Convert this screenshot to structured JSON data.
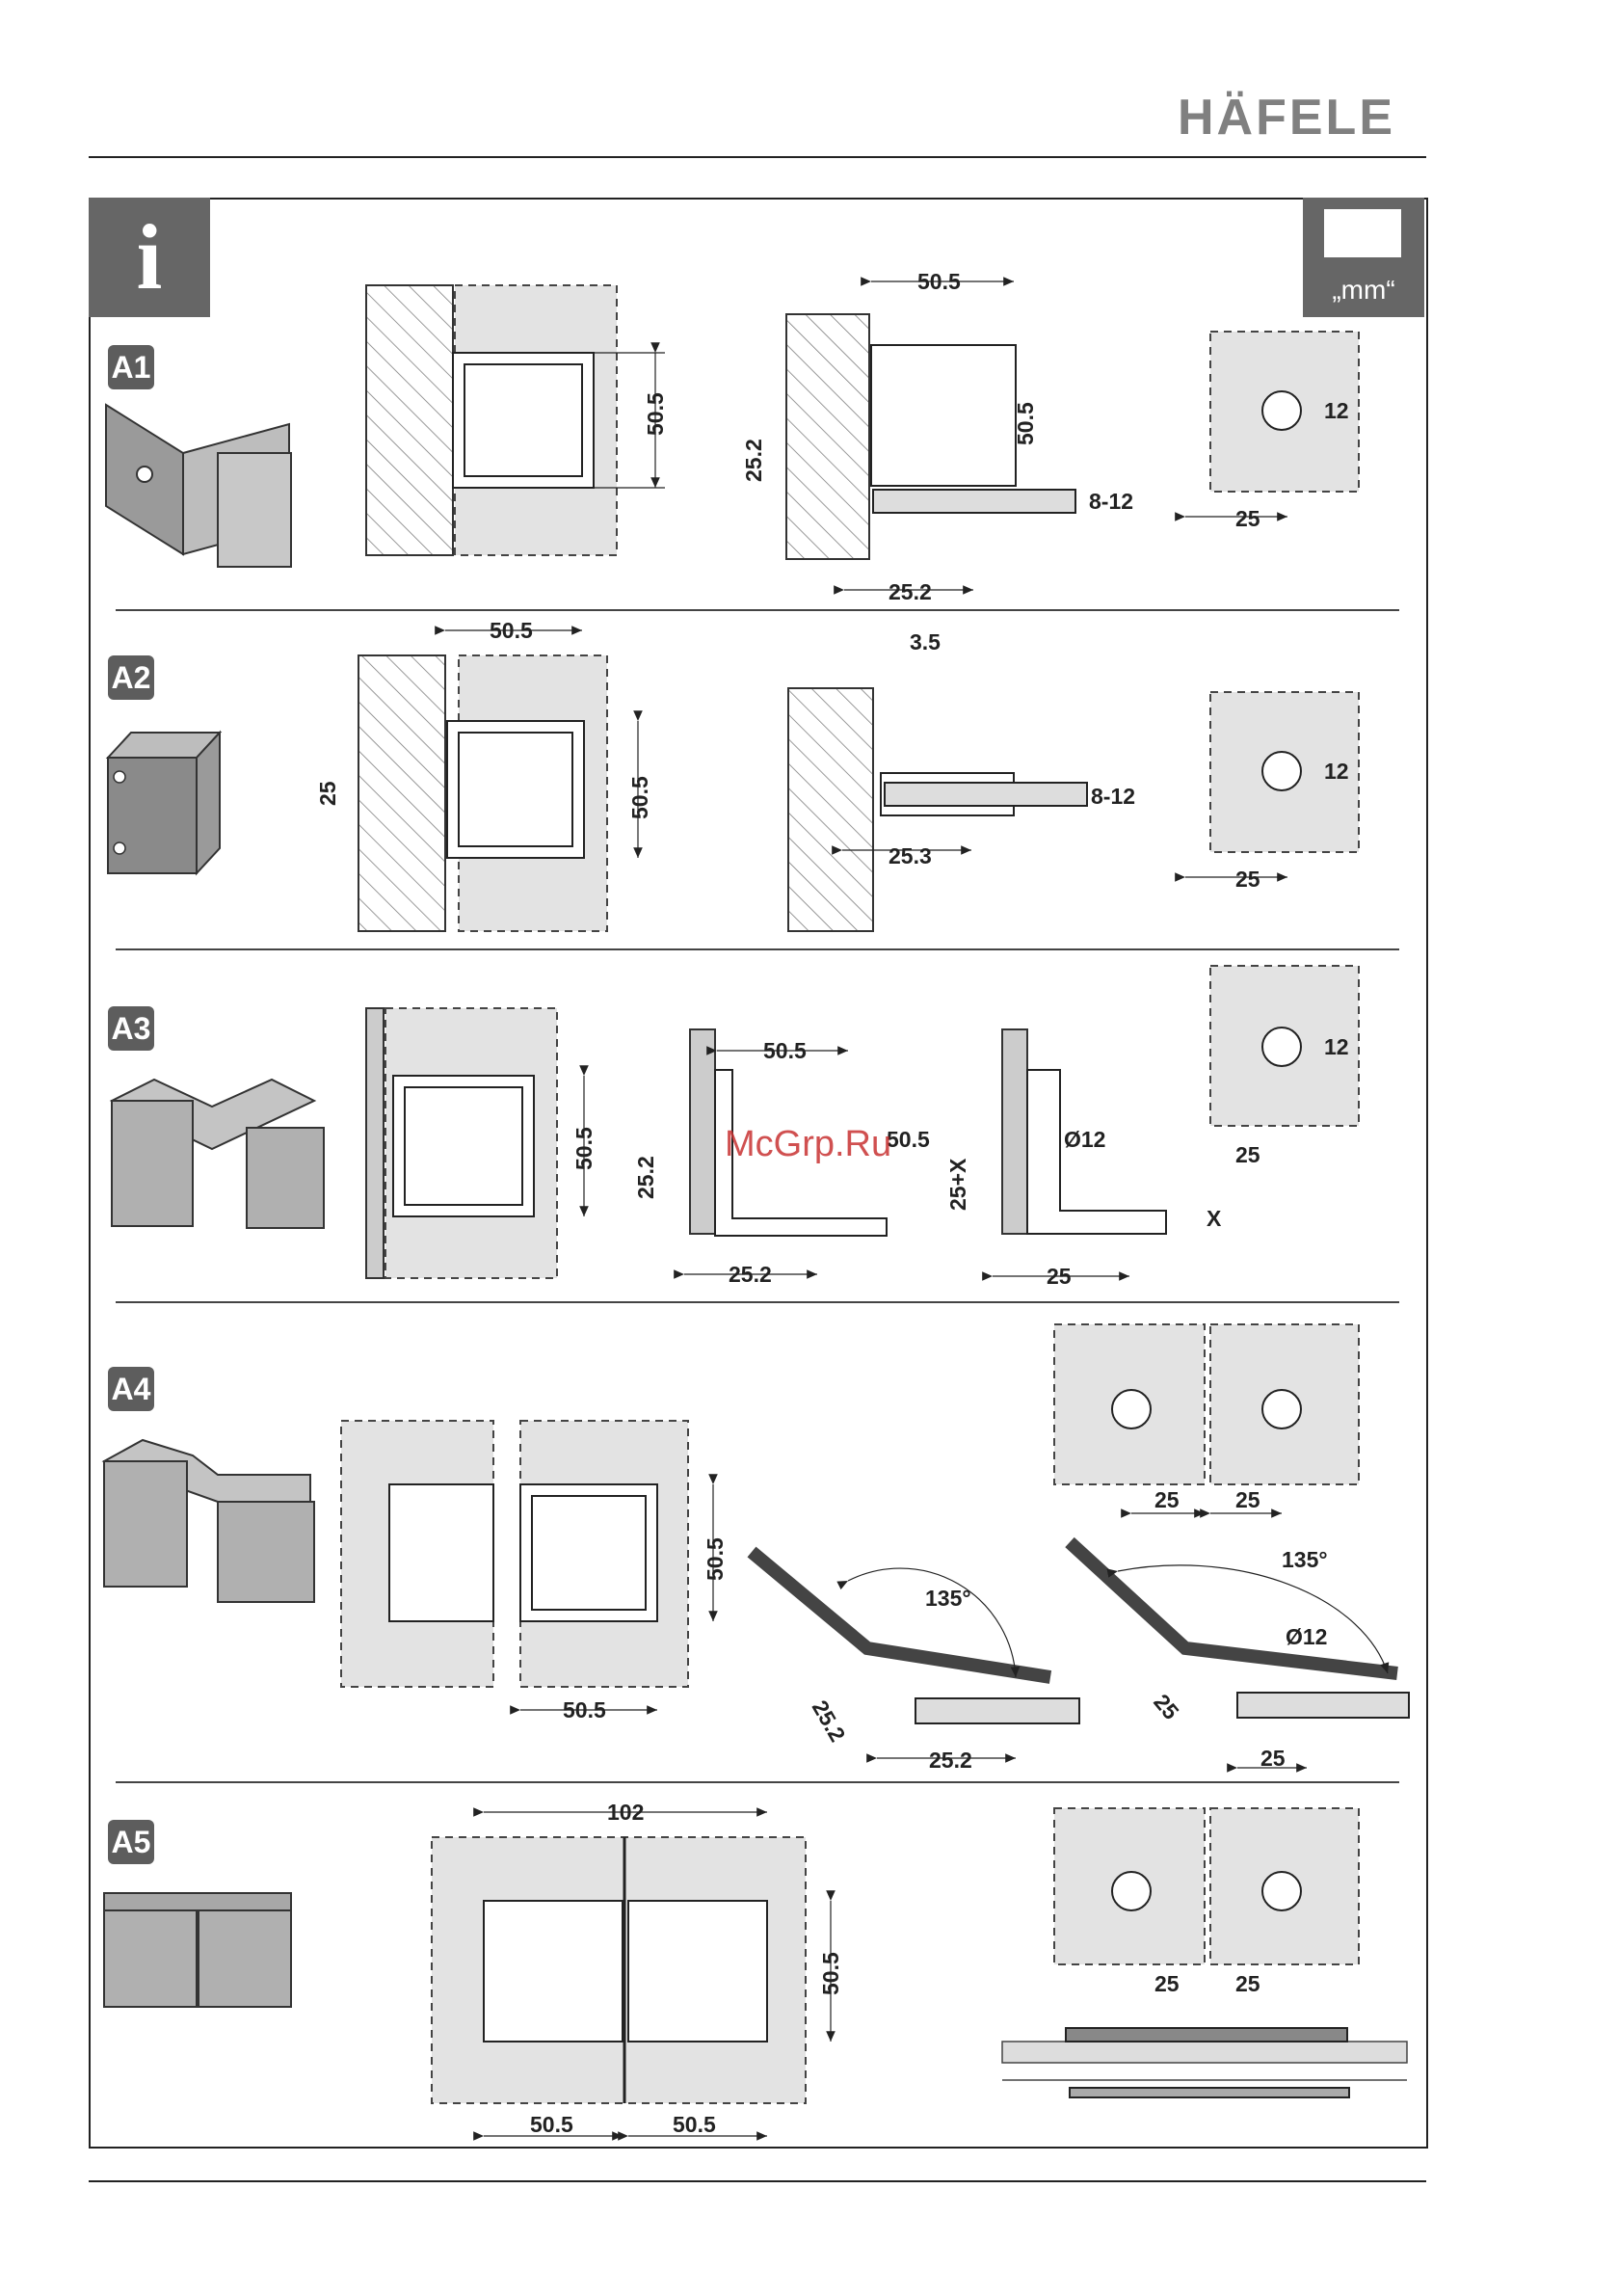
{
  "header": {
    "brand": "HÄFELE"
  },
  "info_icon": "i",
  "unit_label": "„mm“",
  "rows": [
    {
      "id": "A1",
      "dims": [
        "50.5",
        "25.2",
        "50.5",
        "8-12",
        "25.2",
        "12",
        "25"
      ]
    },
    {
      "id": "A2",
      "dims": [
        "50.5",
        "25",
        "50.5",
        "3.5",
        "8-12",
        "25.3",
        "12",
        "25"
      ]
    },
    {
      "id": "A3",
      "dims": [
        "50.5",
        "50.5",
        "25.2",
        "50.5",
        "25.2",
        "Ø12",
        "25+X",
        "X",
        "25",
        "12",
        "25"
      ]
    },
    {
      "id": "A4",
      "dims": [
        "50.5",
        "50.5",
        "135°",
        "25.2",
        "25.2",
        "135°",
        "Ø12",
        "25",
        "25",
        "25"
      ]
    },
    {
      "id": "A5",
      "dims": [
        "102",
        "50.5",
        "50.5",
        "50.5",
        "25",
        "25"
      ]
    }
  ],
  "watermark": "McGrp.Ru",
  "icons": {
    "info": "info-icon",
    "units": "ruler-mm-icon"
  },
  "colors": {
    "badge": "#5d5d5d",
    "glass": "#e3e3e3",
    "hatch": "#777777",
    "watermark": "#c83232"
  }
}
